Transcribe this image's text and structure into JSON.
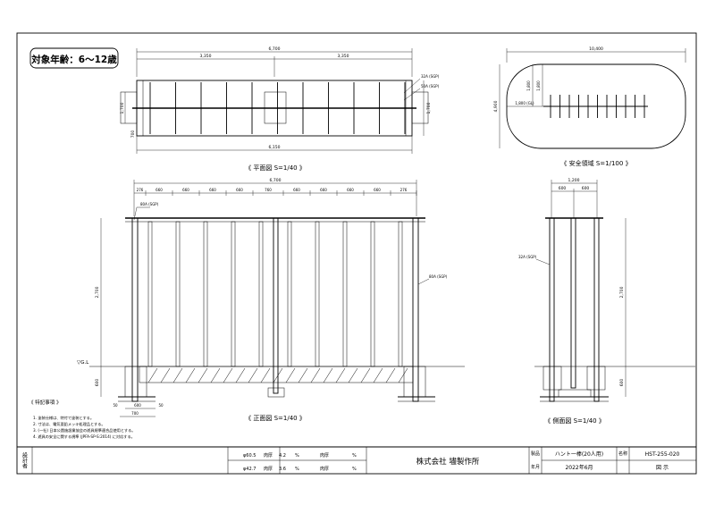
{
  "age_badge": "対象年齢：6～12歳",
  "plan": {
    "title": "《 平面図 S=1/40 》",
    "overall": "6,700",
    "half_left": "3,350",
    "half_right": "3,350",
    "depth": "1,700",
    "depth_small": "1,700",
    "side_small": "700",
    "inner": "6,150",
    "pipe_a": "32A (SGP)",
    "pipe_b": "50A (SGP)"
  },
  "safety": {
    "title": "《 安全領域 S=1/100 》",
    "width": "10,400",
    "height": "4,900",
    "inner_a": "1,800",
    "inner_b": "1,800",
    "inner_c": "1,800 (GL)"
  },
  "front": {
    "title": "《 正面図 S=1/40 》",
    "overall": "6,700",
    "spans": [
      "276",
      "660",
      "660",
      "660",
      "660",
      "760",
      "660",
      "660",
      "660",
      "660",
      "276"
    ],
    "height": "2,700",
    "gl_label": "▽G.L",
    "depth": "600",
    "footing": "600",
    "base": "700",
    "base_a": "50",
    "base_b": "50",
    "pipe_a": "80A (SGP)",
    "pipe_b": "80A (SGP)"
  },
  "side": {
    "title": "《 側面図 S=1/40 》",
    "overall": "1,200",
    "span_a": "600",
    "span_b": "600",
    "height": "2,700",
    "depth": "600",
    "pipe": "32A (SGP)"
  },
  "notes": {
    "heading": "《 特記事項 》",
    "items": [
      "1. 塗装仕様は、特付で塗装とする。",
      "2. 寸法は、電気亜鉛メッキ処理品とする。",
      "3. (一社) 日本公園施設業協会の遊具規準適合品使用とする。",
      "4. 遊具の安全に関する規準 (JPFA-SP-S:2014) に対応する。"
    ]
  },
  "titleblock": {
    "left_label": "設計者",
    "rows": [
      {
        "pipe": "φ60.5",
        "thick_label": "肉厚",
        "thick": "4.2",
        "unit": "%",
        "lbl2": "肉厚",
        "unit2": "%"
      },
      {
        "pipe": "φ42.7",
        "thick_label": "肉厚",
        "thick": "3.6",
        "unit": "%",
        "lbl2": "肉厚",
        "unit2": "%"
      }
    ],
    "company": "株式会社 壗製作所",
    "name_label": "名称",
    "name": "ハント一棒(20人用)",
    "date": "2022年6月",
    "code": "HST-255-020",
    "draw_label": "図 示",
    "label_a": "製品",
    "label_b": "年月"
  }
}
